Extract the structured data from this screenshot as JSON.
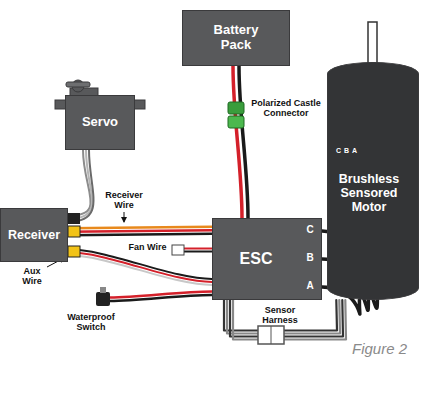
{
  "diagram": {
    "caption": "Figure 2",
    "nodes": [
      {
        "text": [
          "Battery Pack"
        ]
      },
      {
        "text": [
          "Servo"
        ]
      },
      {
        "text": [
          "Receiver"
        ]
      },
      {
        "text": [
          "ESC"
        ]
      },
      {
        "text": [
          "Brushless Sensored Motor"
        ]
      }
    ],
    "edges": [
      {
        "from": 0,
        "to": 3,
        "arrow": "none"
      },
      {
        "from": 1,
        "to": 2,
        "arrow": "none"
      },
      {
        "from": 2,
        "to": 3,
        "arrow": "none"
      },
      {
        "from": 2,
        "to": 3,
        "arrow": "none"
      },
      {
        "from": 3,
        "to": 4,
        "arrow": "none"
      },
      {
        "from": 3,
        "to": 4,
        "arrow": "none"
      }
    ],
    "labels": [
      "Polarized Castle Connector",
      "Receiver Wire",
      "Fan Wire",
      "Aux Wire",
      "Waterproof Switch",
      "Sensor Harness",
      "C",
      "B",
      "A",
      "C",
      "B",
      "A"
    ]
  }
}
